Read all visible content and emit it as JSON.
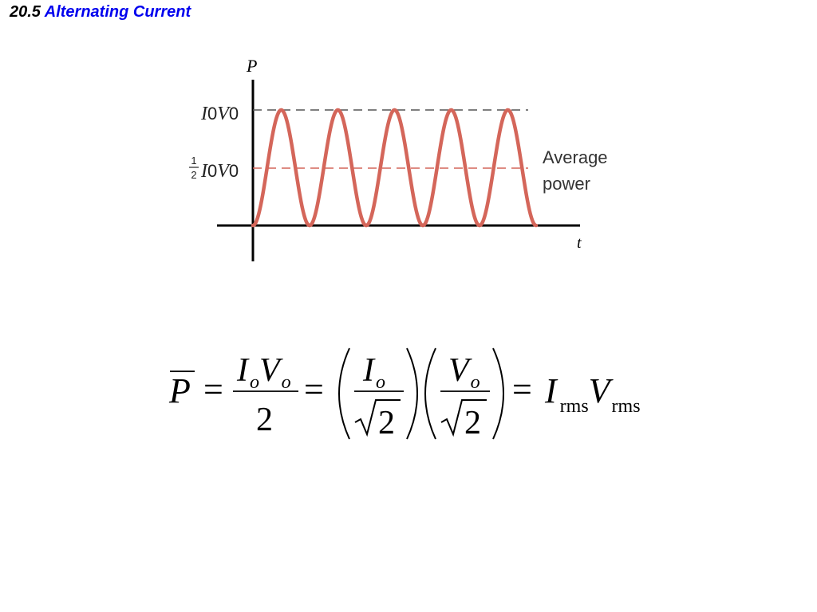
{
  "slide": {
    "section_number": "20.5",
    "title": "Alternating Current"
  },
  "graph": {
    "y_axis_label": "P",
    "x_axis_label": "t",
    "peak_label": {
      "i": "I",
      "i_sub": "0",
      "v": "V",
      "v_sub": "0"
    },
    "half_label": {
      "frac_num": "1",
      "frac_den": "2",
      "i": "I",
      "i_sub": "0",
      "v": "V",
      "v_sub": "0"
    },
    "average_label": [
      "Average",
      "power"
    ],
    "cycles": 5,
    "colors": {
      "curve": "#d4665a",
      "peak_line": "#555555",
      "average_line": "#d4665a",
      "axes": "#000000"
    }
  },
  "formula": {
    "p": "P",
    "eq": "=",
    "i": "I",
    "v": "V",
    "sub_o": "o",
    "two": "2",
    "sub_rms": "rms"
  }
}
